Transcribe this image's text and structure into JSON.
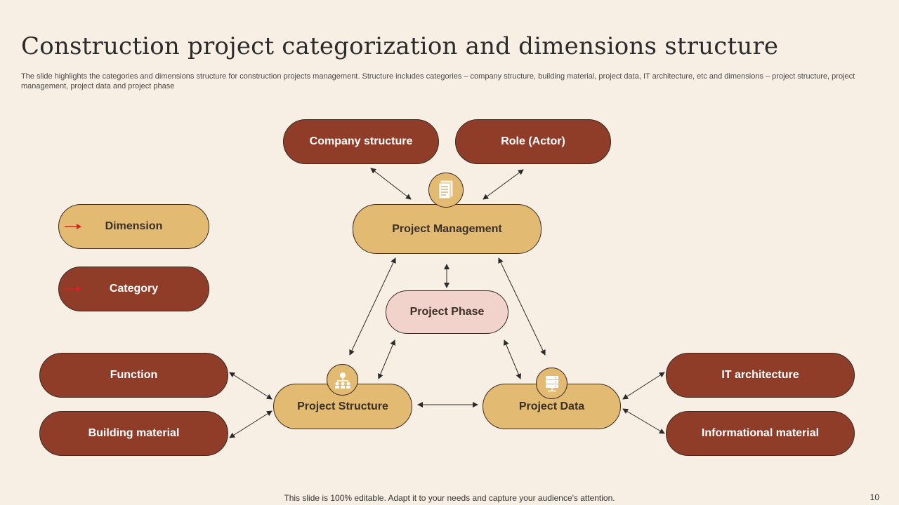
{
  "title": "Construction project categorization and dimensions structure",
  "subtitle": "The slide highlights the categories and dimensions structure for construction projects management. Structure includes categories – company structure, building material, project data, IT architecture, etc and dimensions – project structure, project management, project data and project phase",
  "legend": {
    "dimension": "Dimension",
    "category": "Category"
  },
  "nodes": {
    "company_structure": "Company structure",
    "role_actor": "Role (Actor)",
    "project_management": "Project Management",
    "project_phase": "Project Phase",
    "project_structure": "Project Structure",
    "project_data": "Project Data",
    "function": "Function",
    "building_material": "Building material",
    "it_architecture": "IT architecture",
    "informational_material": "Informational material"
  },
  "icons": {
    "project_management": "documents-icon",
    "project_structure": "org-chart-icon",
    "project_data": "server-icon"
  },
  "colors": {
    "background": "#f7efe3",
    "category": "#8f3d29",
    "dimension": "#e3ba72",
    "phase": "#f1d3cc",
    "legend_arrow": "#e02020"
  },
  "footer": "This slide is 100% editable. Adapt it to your needs and capture your audience's attention.",
  "page_number": "10"
}
